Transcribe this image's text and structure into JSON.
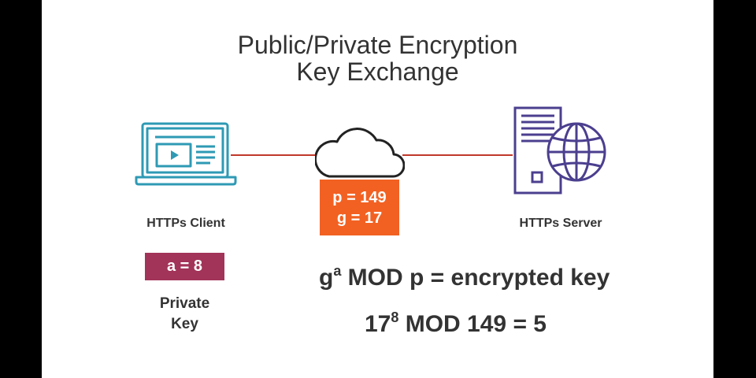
{
  "title": {
    "line1": "Public/Private Encryption",
    "line2": "Key Exchange"
  },
  "client": {
    "label": "HTTPs Client",
    "icon": "laptop-icon"
  },
  "server": {
    "label": "HTTPs Server",
    "icon": "server-globe-icon"
  },
  "cloud": {
    "icon": "cloud-icon",
    "p": "p = 149",
    "g": "g = 17"
  },
  "private_key": {
    "value": "a = 8",
    "label_line1": "Private",
    "label_line2": "Key"
  },
  "formula": {
    "base": "g",
    "exp": "a",
    "rest": " MOD p = encrypted key"
  },
  "calc": {
    "base": "17",
    "exp": "8",
    "rest": " MOD 149 = ",
    "result": "5"
  },
  "colors": {
    "laptop": "#2e9ab4",
    "server": "#4b3f8f",
    "params_box": "#f26122",
    "private_box": "#a23359",
    "connector": "#c0392b"
  }
}
